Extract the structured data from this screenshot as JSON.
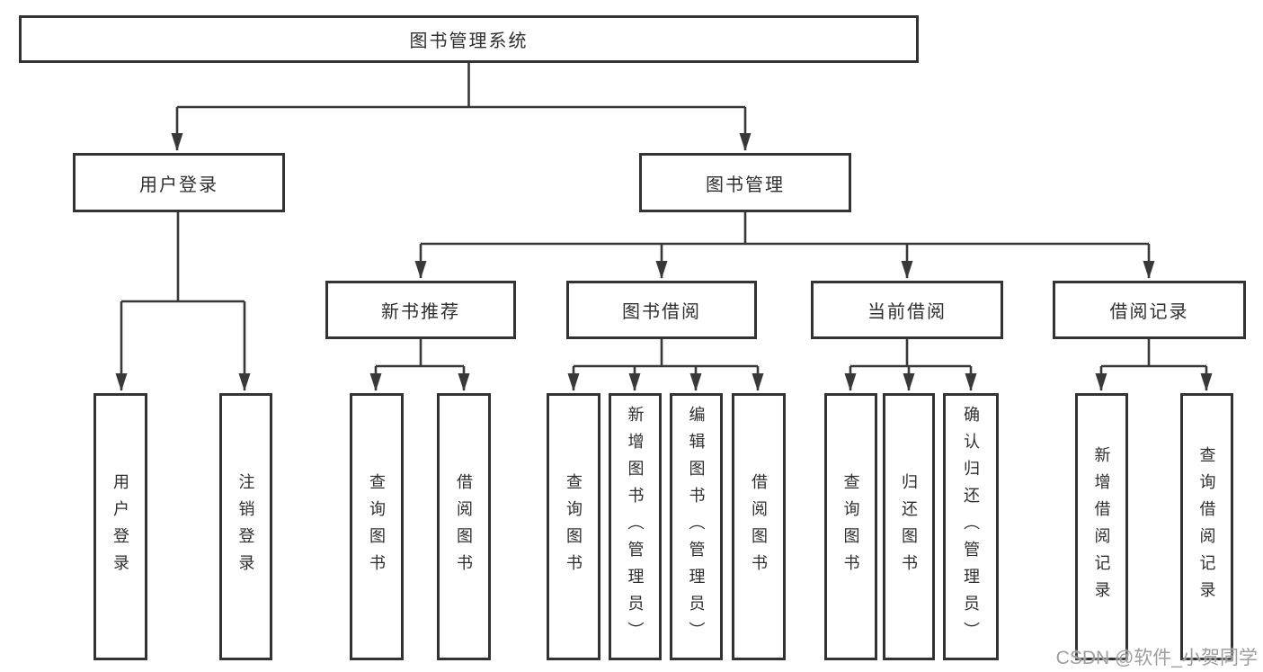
{
  "tree": {
    "root": "图书管理系统",
    "level1": [
      {
        "label": "用户登录",
        "children": [
          "用户登录",
          "注销登录"
        ]
      },
      {
        "label": "图书管理",
        "children": [
          {
            "label": "新书推荐",
            "children": [
              "查询图书",
              "借阅图书"
            ]
          },
          {
            "label": "图书借阅",
            "children": [
              "查询图书",
              "新增图书（管理员）",
              "编辑图书（管理员）",
              "借阅图书"
            ]
          },
          {
            "label": "当前借阅",
            "children": [
              "查询图书",
              "归还图书",
              "确认归还（管理员）"
            ]
          },
          {
            "label": "借阅记录",
            "children": [
              "新增借阅记录",
              "查询借阅记录"
            ]
          }
        ]
      }
    ]
  },
  "watermark": "CSDN @软件_小贺同学",
  "colors": {
    "line": "#383838",
    "border": "#333333",
    "text": "#2f2f2f",
    "watermark": "#9e9e9e",
    "background": "#ffffff"
  }
}
